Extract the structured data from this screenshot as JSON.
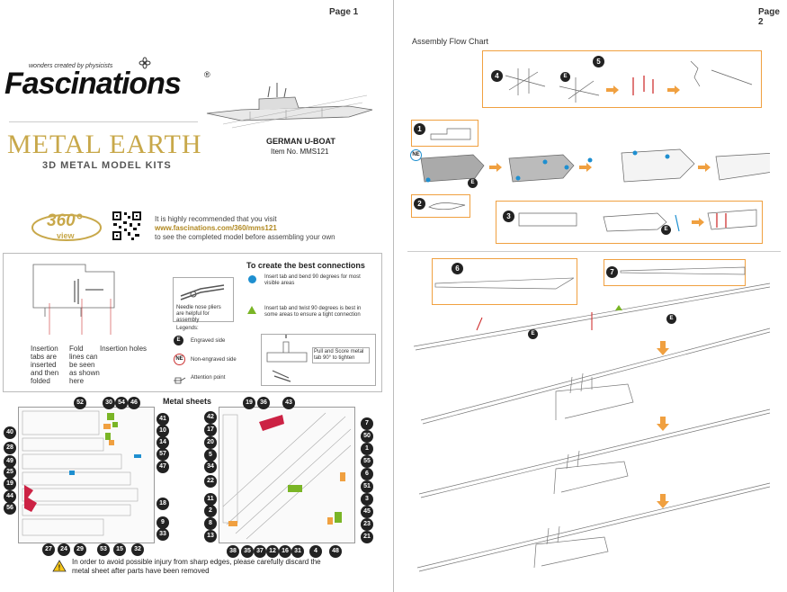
{
  "page1": {
    "page_number": "Page 1",
    "brand": {
      "tagline": "wonders created by physicists",
      "logo_text": "Fascinations",
      "registered": "®",
      "sub_brand": "METAL EARTH",
      "sub_tagline": "3D METAL MODEL KITS"
    },
    "model": {
      "name": "GERMAN U-BOAT",
      "item_no": "Item No. MMS121"
    },
    "view360": {
      "badge_number": "360°",
      "badge_label": "view",
      "line1": "It is highly recommended that you visit",
      "url": "www.fascinations.com/360/mms121",
      "line3": "to see the completed model before assembling your own"
    },
    "diagram_labels": {
      "insertion_tabs": "Insertion tabs are inserted and then folded",
      "fold_lines": "Fold lines can be seen as shown here",
      "insertion_holes": "Insertion holes"
    },
    "connections": {
      "title": "To create the best connections",
      "blue_note": "Insert tab and bend 90 degrees for most visible areas",
      "green_note": "Insert tab and twist 90 degrees is best in some areas to ensure a tight connection",
      "pliers_note": "Needle nose pliers are helpful for assembly",
      "legends_title": "Legends:",
      "engraved": "Engraved side",
      "non_engraved": "Non-engraved side",
      "attention": "Attention point",
      "pull_note": "Pull and Score metal tab 90° to tighten",
      "legend_e": "E",
      "legend_ne": "NE"
    },
    "metal_sheets": {
      "title": "Metal sheets",
      "left_top": [
        "52",
        "30",
        "54",
        "46"
      ],
      "left_left": [
        "40",
        "28",
        "49",
        "25",
        "19",
        "44",
        "56"
      ],
      "left_right": [
        "41",
        "10",
        "14",
        "57",
        "47",
        "18",
        "9",
        "33"
      ],
      "left_bottom": [
        "27",
        "24",
        "29",
        "53",
        "15",
        "32"
      ],
      "right_top": [
        "19",
        "36",
        "43"
      ],
      "right_left": [
        "42",
        "17",
        "20",
        "5",
        "34",
        "22",
        "11",
        "2",
        "8",
        "13"
      ],
      "right_right": [
        "7",
        "50",
        "1",
        "55",
        "6",
        "51",
        "3",
        "45",
        "23",
        "21"
      ],
      "right_bottom": [
        "38",
        "35",
        "37",
        "12",
        "16",
        "31",
        "4",
        "48"
      ]
    },
    "warning": "In order to avoid possible injury from sharp edges, please carefully discard the metal sheet after parts have been removed"
  },
  "page2": {
    "page_number": "Page 2",
    "title": "Assembly Flow Chart",
    "steps": [
      "1",
      "2",
      "3",
      "4",
      "5",
      "6",
      "7"
    ],
    "badge_e": "E",
    "badge_ne": "NE"
  },
  "colors": {
    "orange": "#f0a040",
    "blue": "#1e8fd0",
    "green": "#7ab526",
    "gold": "#c8a84a",
    "red": "#cc2222"
  }
}
